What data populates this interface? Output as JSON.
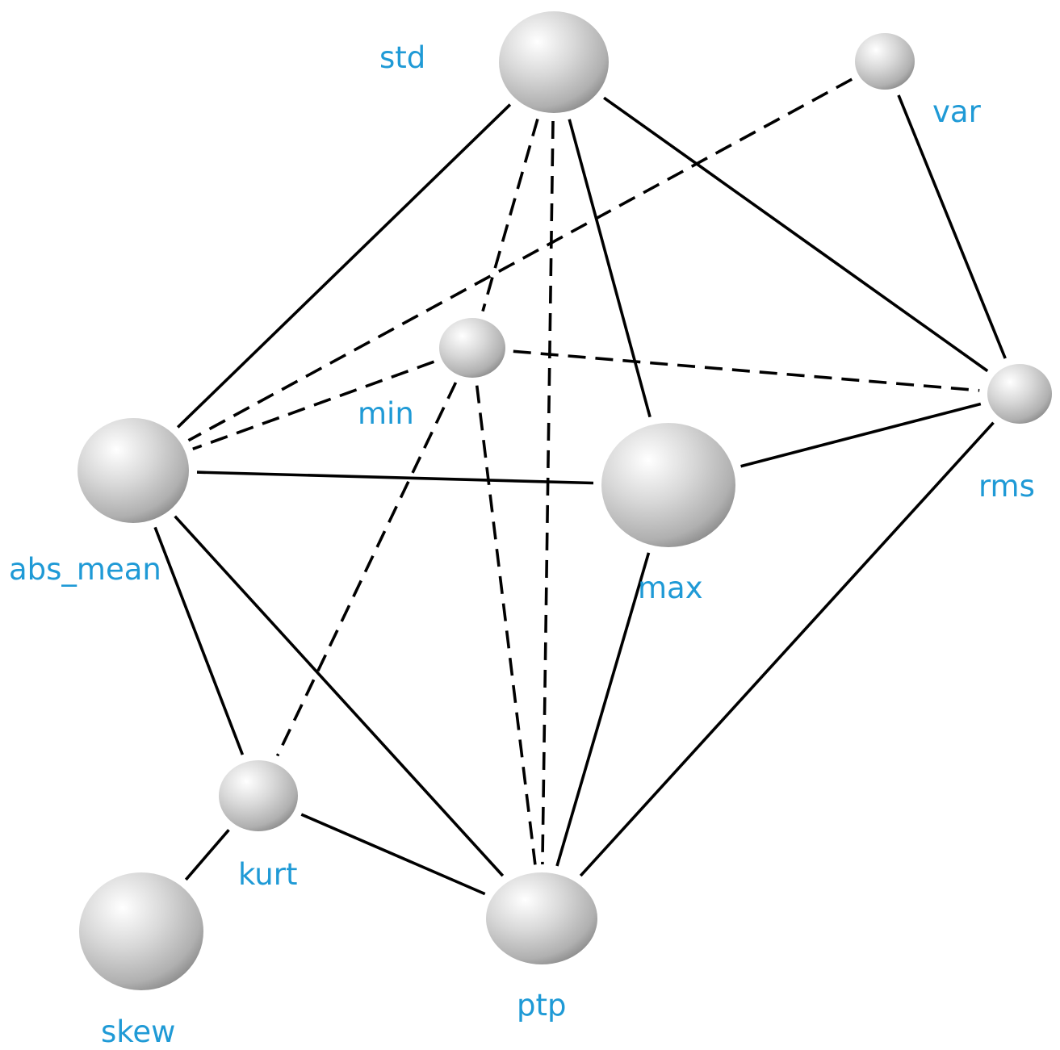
{
  "diagram": {
    "label_color": "#1f9ad6",
    "edge_color": "#000000",
    "node_color": "#c9c9c9",
    "nodes": [
      {
        "id": "std",
        "label": "std"
      },
      {
        "id": "var",
        "label": "var"
      },
      {
        "id": "min",
        "label": "min"
      },
      {
        "id": "rms",
        "label": "rms"
      },
      {
        "id": "abs_mean",
        "label": "abs_mean"
      },
      {
        "id": "max",
        "label": "max"
      },
      {
        "id": "kurt",
        "label": "kurt"
      },
      {
        "id": "skew",
        "label": "skew"
      },
      {
        "id": "ptp",
        "label": "ptp"
      }
    ],
    "edges": [
      {
        "from": "std",
        "to": "abs_mean",
        "style": "solid"
      },
      {
        "from": "std",
        "to": "max",
        "style": "solid"
      },
      {
        "from": "std",
        "to": "rms",
        "style": "solid"
      },
      {
        "from": "std",
        "to": "ptp",
        "style": "dashed"
      },
      {
        "from": "std",
        "to": "min",
        "style": "dashed"
      },
      {
        "from": "var",
        "to": "abs_mean",
        "style": "dashed"
      },
      {
        "from": "var",
        "to": "rms",
        "style": "solid"
      },
      {
        "from": "min",
        "to": "abs_mean",
        "style": "dashed"
      },
      {
        "from": "min",
        "to": "rms",
        "style": "dashed"
      },
      {
        "from": "min",
        "to": "kurt",
        "style": "dashed"
      },
      {
        "from": "min",
        "to": "ptp",
        "style": "dashed"
      },
      {
        "from": "abs_mean",
        "to": "max",
        "style": "solid"
      },
      {
        "from": "abs_mean",
        "to": "kurt",
        "style": "solid"
      },
      {
        "from": "abs_mean",
        "to": "ptp",
        "style": "solid"
      },
      {
        "from": "max",
        "to": "rms",
        "style": "solid"
      },
      {
        "from": "max",
        "to": "ptp",
        "style": "solid"
      },
      {
        "from": "rms",
        "to": "ptp",
        "style": "solid"
      },
      {
        "from": "kurt",
        "to": "ptp",
        "style": "solid"
      },
      {
        "from": "kurt",
        "to": "skew",
        "style": "solid"
      }
    ]
  }
}
